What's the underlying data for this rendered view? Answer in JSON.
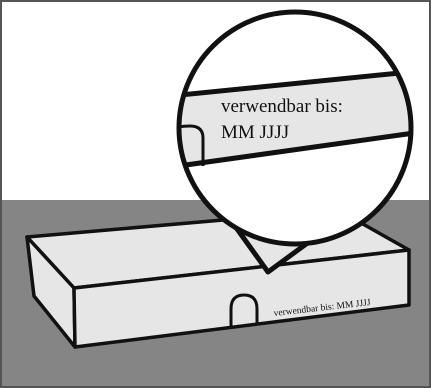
{
  "illustration": {
    "box_label": "verwendbar bis: MM JJJJ",
    "magnifier_label_line1": "verwendbar bis:",
    "magnifier_label_line2": "MM JJJJ"
  },
  "colors": {
    "background_upper": "#ffffff",
    "background_lower": "#858585",
    "box_fill": "#e6e6e6",
    "outline": "#111111",
    "frame": "#555555"
  }
}
